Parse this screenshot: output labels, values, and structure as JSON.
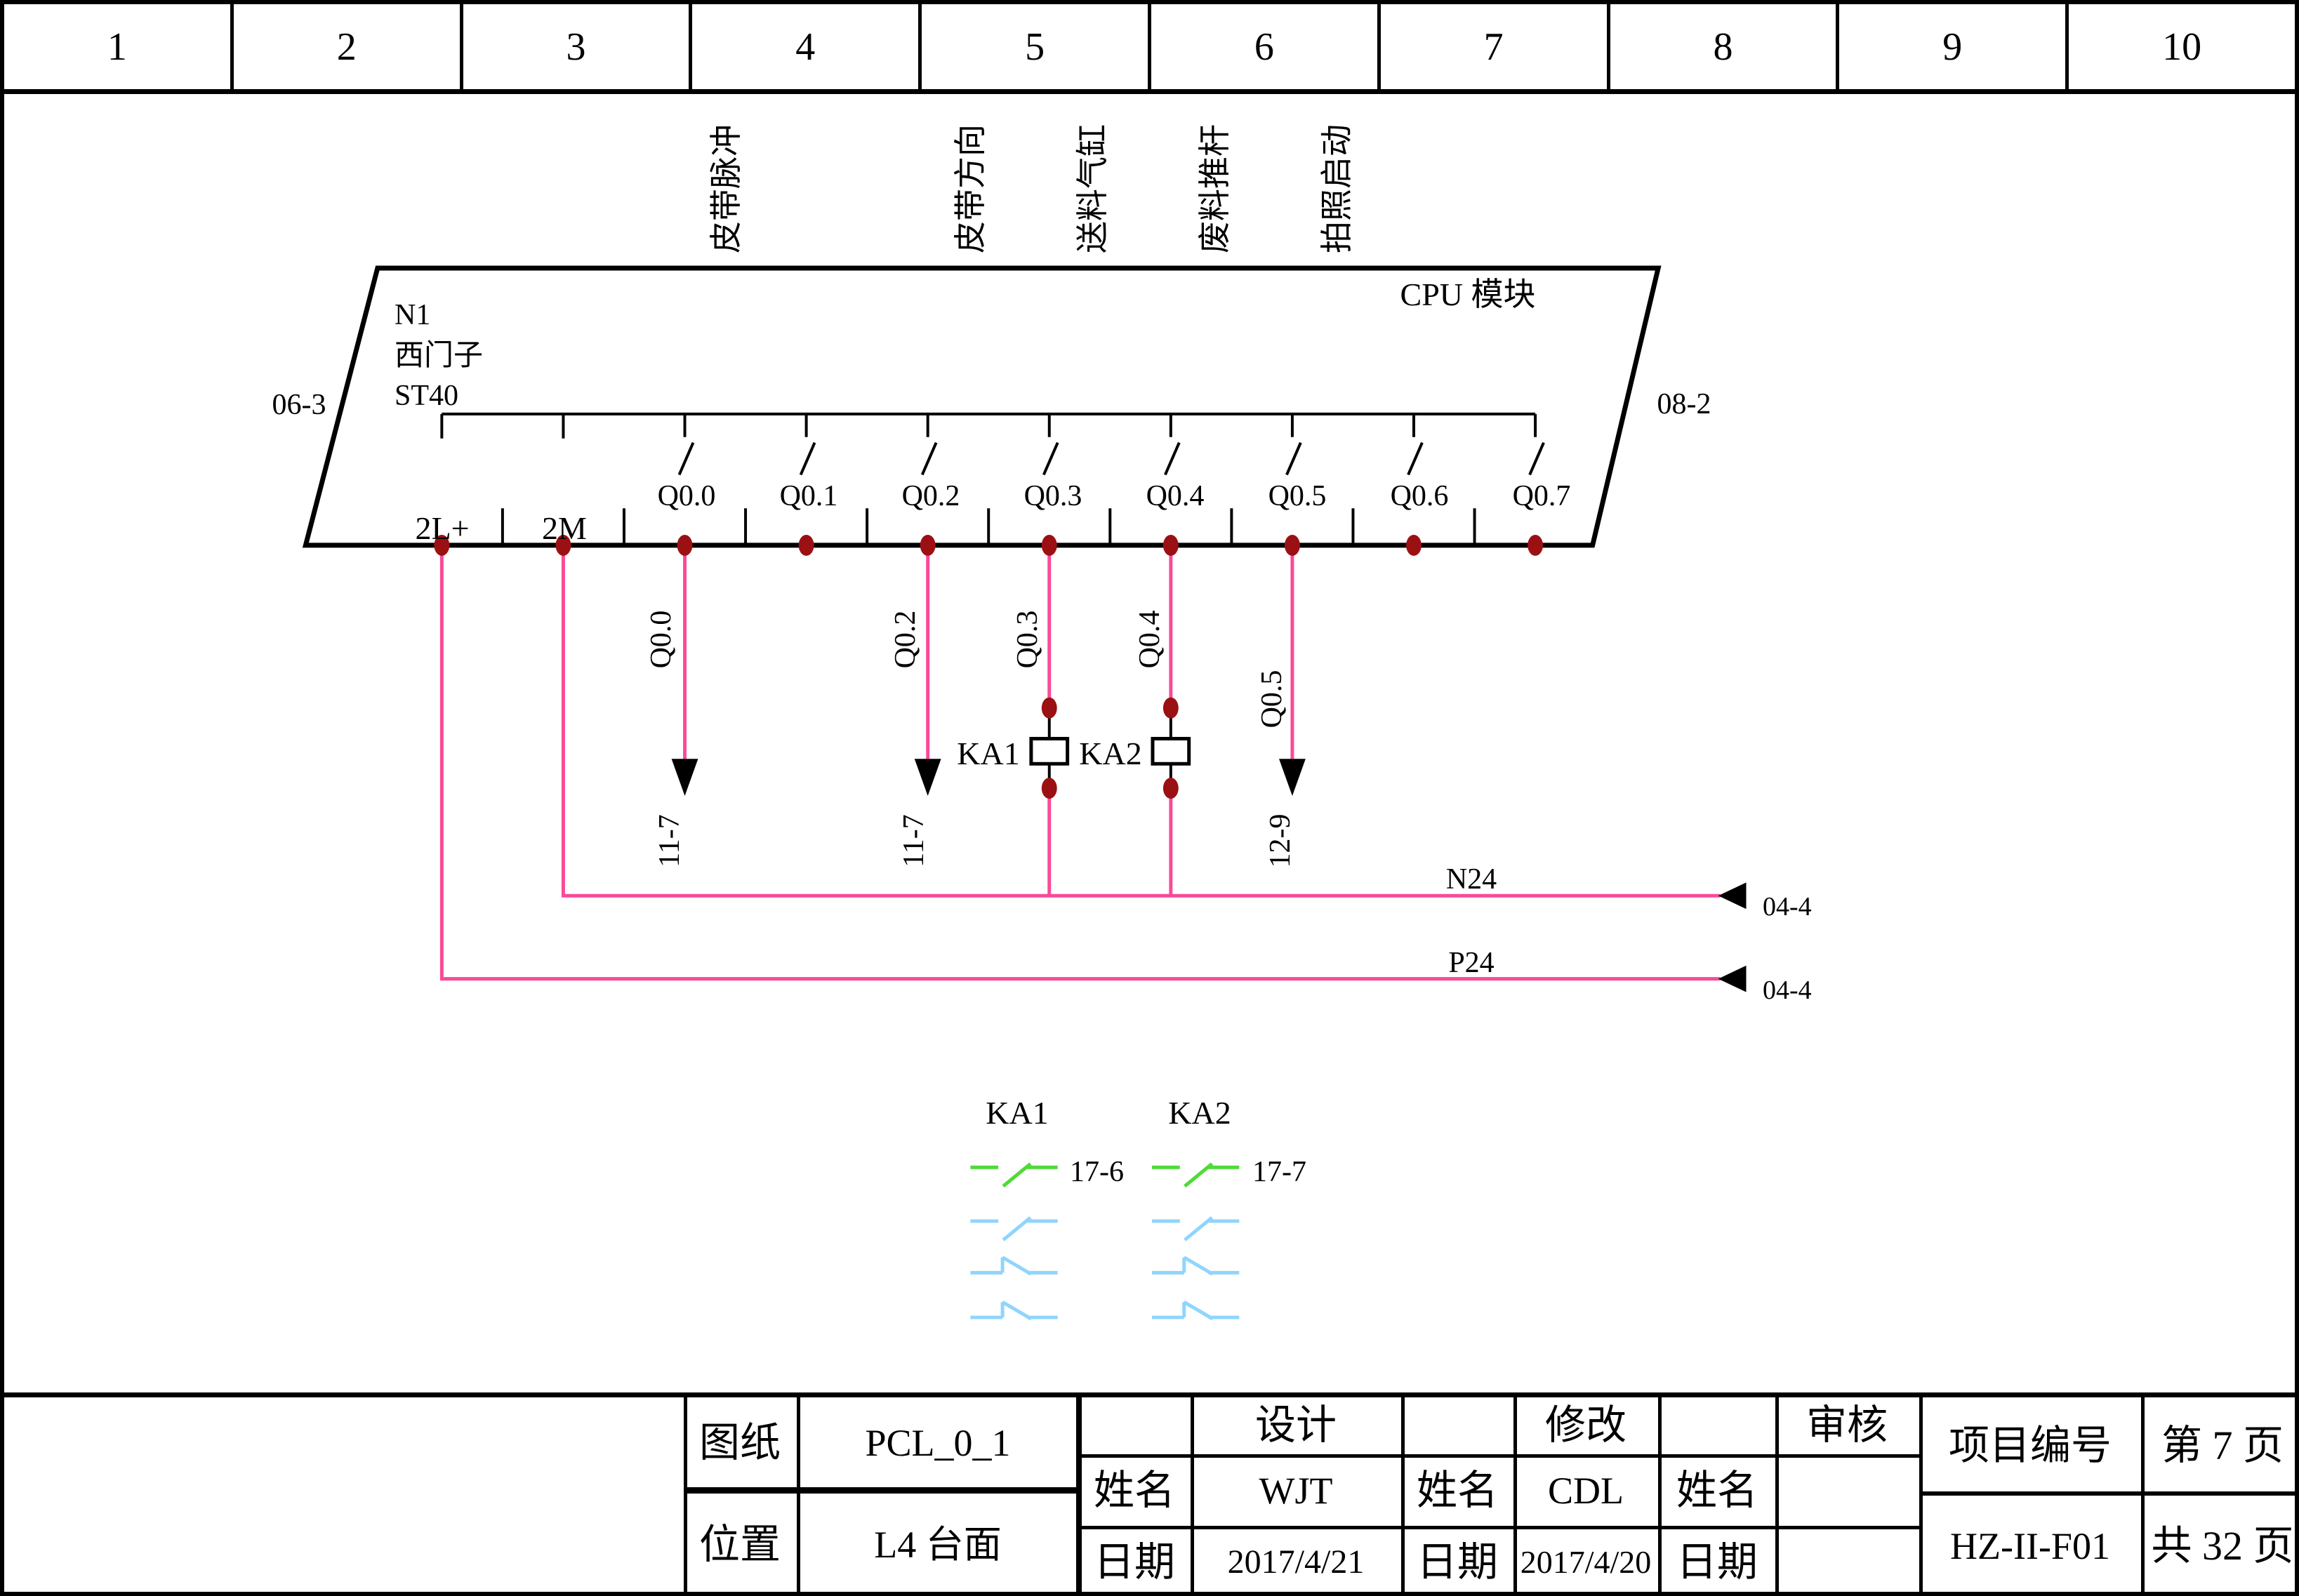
{
  "colors": {
    "wire": "#fa4a99",
    "dot": "#9b1013",
    "contact_used": "#4edb36",
    "contact_unused": "#8fd5fe",
    "line": "#000000"
  },
  "ruler": {
    "numbers": [
      "1",
      "2",
      "3",
      "4",
      "5",
      "6",
      "7",
      "8",
      "9",
      "10"
    ]
  },
  "module": {
    "device_id": "N1",
    "brand": "西门子",
    "model": "ST40",
    "title": "CPU 模块",
    "ref_left": "06-3",
    "ref_right": "08-2",
    "function_labels": [
      "皮带脉冲",
      "皮带方向",
      "送料气缸",
      "废料推杆",
      "拍照启动"
    ],
    "terminals": [
      "2L+",
      "2M",
      "Q0.0",
      "Q0.1",
      "Q0.2",
      "Q0.3",
      "Q0.4",
      "Q0.5",
      "Q0.6",
      "Q0.7"
    ]
  },
  "wires": {
    "branch_labels": [
      "Q0.0",
      "Q0.2",
      "Q0.3",
      "Q0.4",
      "Q0.5"
    ],
    "dest_refs": [
      "11-7",
      "11-7",
      "12-9"
    ],
    "bus_n": {
      "label": "N24",
      "ref": "04-4"
    },
    "bus_p": {
      "label": "P24",
      "ref": "04-4"
    }
  },
  "relays": {
    "coil1": "KA1",
    "coil2": "KA2"
  },
  "cross_ref": {
    "columns": [
      {
        "title": "KA1",
        "used_ref": "17-6"
      },
      {
        "title": "KA2",
        "used_ref": "17-7"
      }
    ]
  },
  "title_block": {
    "sheet_label": "图纸",
    "sheet_value": "PCL_0_1",
    "location_label": "位置",
    "location_value": "L4 台面",
    "design": {
      "title": "设计",
      "name_label": "姓名",
      "name": "WJT",
      "date_label": "日期",
      "date": "2017/4/21"
    },
    "revise": {
      "title": "修改",
      "name_label": "姓名",
      "name": "CDL",
      "date_label": "日期",
      "date": "2017/4/20"
    },
    "review": {
      "title": "审核",
      "name_label": "姓名",
      "name": "",
      "date_label": "日期",
      "date": ""
    },
    "project_label": "项目编号",
    "project_value": "HZ-II-F01",
    "page_label": "第 7 页",
    "pages_label": "共 32 页"
  }
}
